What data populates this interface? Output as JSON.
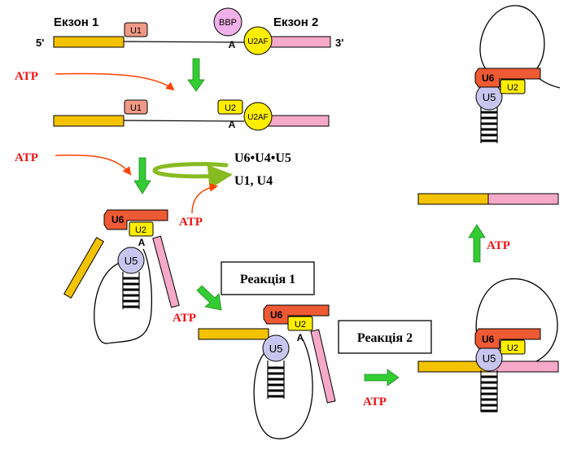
{
  "labels": {
    "exon1": "Екзон 1",
    "exon2": "Екзон 2",
    "five_prime": "5'",
    "three_prime": "3'",
    "atp": "ATP",
    "branch_a": "A",
    "u1": "U1",
    "u2": "U2",
    "u5": "U5",
    "u6": "U6",
    "bbp": "BBP",
    "u2af": "U2AF",
    "tri_snrnp": "U6•U4•U5",
    "released": "U1, U4",
    "reaction1": "Реакція 1",
    "reaction2": "Реакція 2"
  },
  "colors": {
    "exon1": "#f5c200",
    "exon2": "#f7a9c9",
    "u1": "#f09a86",
    "u2": "#ffee00",
    "u2af": "#ffee00",
    "u5": "#c8c6ee",
    "u6": "#ee5a33",
    "bbp": "#f0b0e8",
    "arrow_step": "#33cc33",
    "arrow_atp": "#ff4400",
    "atp_text": "#ee1111",
    "swirl": "#88bb22"
  }
}
